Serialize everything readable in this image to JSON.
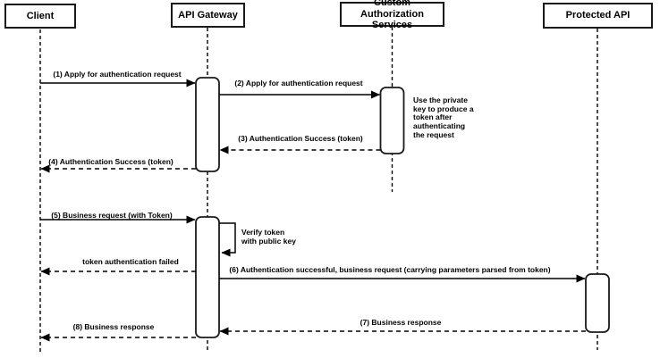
{
  "diagram_type": "uml-sequence-diagram",
  "participants": [
    {
      "name": "Client"
    },
    {
      "name": "API Gateway"
    },
    {
      "name": "Custom Authorization\nServices"
    },
    {
      "name": "Protected API"
    }
  ],
  "messages": [
    {
      "label": "(1) Apply for authentication request",
      "from": "Client",
      "to": "API Gateway",
      "style": "solid"
    },
    {
      "label": "(2) Apply for authentication request",
      "from": "API Gateway",
      "to": "Custom Authorization Services",
      "style": "solid"
    },
    {
      "label": "(3) Authentication Success (token)",
      "from": "Custom Authorization Services",
      "to": "API Gateway",
      "style": "dashed"
    },
    {
      "label": "(4) Authentication Success (token)",
      "from": "API Gateway",
      "to": "Client",
      "style": "dashed"
    },
    {
      "label": "(5) Business request (with Token)",
      "from": "Client",
      "to": "API Gateway",
      "style": "solid"
    },
    {
      "label": "token authentication failed",
      "from": "API Gateway",
      "to": "Client",
      "style": "dashed"
    },
    {
      "label": "(6) Authentication successful, business request (carrying parameters parsed from token)",
      "from": "API Gateway",
      "to": "Protected API",
      "style": "solid"
    },
    {
      "label": "(7) Business response",
      "from": "Protected API",
      "to": "API Gateway",
      "style": "dashed"
    },
    {
      "label": "(8) Business response",
      "from": "API Gateway",
      "to": "Client",
      "style": "dashed"
    }
  ],
  "notes": [
    {
      "text": "Use the private\nkey to produce a\ntoken after\nauthenticating\nthe request",
      "attached_to": "Custom Authorization Services"
    },
    {
      "text": "Verify token\nwith public key",
      "attached_to": "API Gateway"
    }
  ],
  "colors": {
    "line": "#000000",
    "box_border": "#1a1a1a",
    "box_fill": "#ffffff",
    "background": "#ffffff",
    "text": "#000000"
  }
}
